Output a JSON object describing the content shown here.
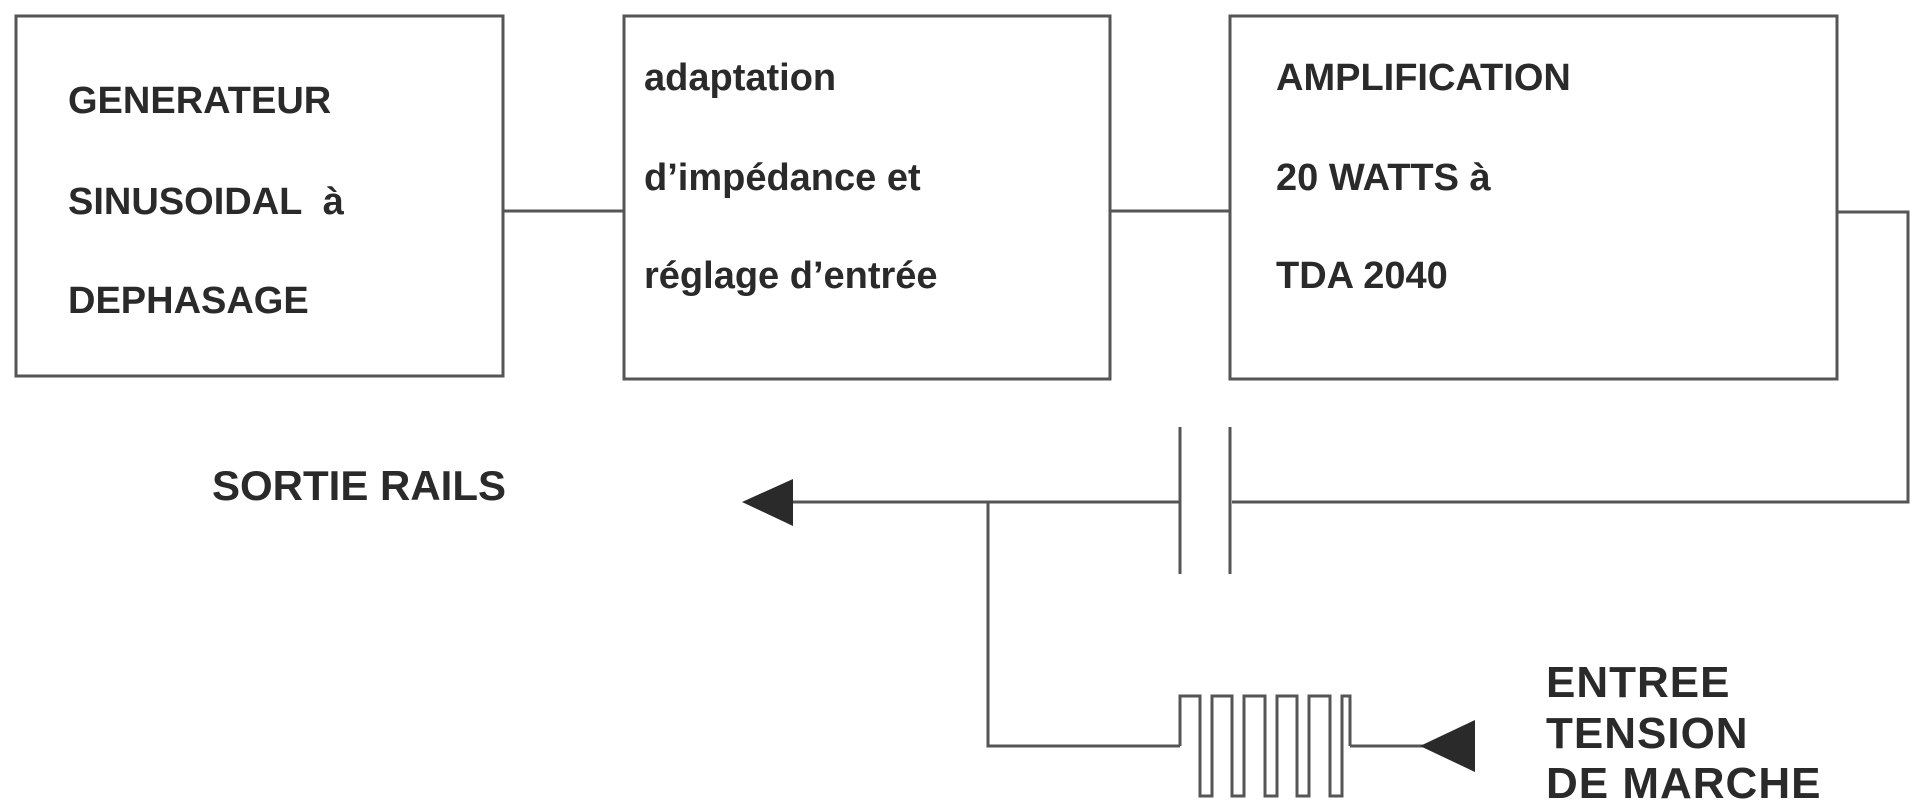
{
  "blocks": {
    "generator": {
      "lines": [
        "GENERATEUR",
        "SINUSOIDAL  à",
        "DEPHASAGE"
      ]
    },
    "adaptation": {
      "lines": [
        "adaptation",
        "d’impédance et",
        "réglage d’entrée"
      ]
    },
    "amplification": {
      "lines": [
        "AMPLIFICATION",
        "20 WATTS à",
        "TDA 2040"
      ]
    }
  },
  "labels": {
    "output": "SORTIE RAILS",
    "input_line1": "ENTREE",
    "input_line2": "TENSION",
    "input_line3": "DE MARCHE"
  },
  "colors": {
    "line": "#555555",
    "text": "#2a2a2a",
    "background": "#ffffff"
  }
}
